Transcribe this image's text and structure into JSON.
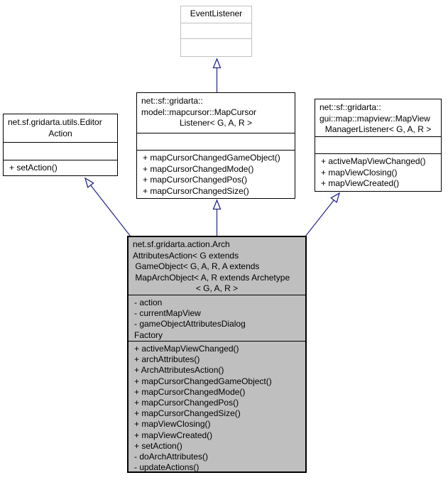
{
  "diagram": {
    "type": "uml-class-inheritance",
    "colors": {
      "arrow_color": "#26268c",
      "node_fill": "#bfbfbf",
      "external_border": "#c0c0c0",
      "node_border": "#000000",
      "background": "#ffffff",
      "text_color": "#000000"
    }
  },
  "classes": {
    "event_listener": {
      "title_lines": [
        "EventListener"
      ],
      "attributes": [],
      "methods": []
    },
    "map_cursor_listener": {
      "title_lines": [
        "net::sf::gridarta::",
        "model::mapcursor::MapCursor",
        "Listener< G, A, R >"
      ],
      "attributes": [],
      "methods": [
        "+ mapCursorChangedGameObject()",
        "+ mapCursorChangedMode()",
        "+ mapCursorChangedPos()",
        "+ mapCursorChangedSize()"
      ]
    },
    "map_view_manager_listener": {
      "title_lines": [
        "net::sf::gridarta::",
        "gui::map::mapview::MapView",
        "ManagerListener< G, A, R >"
      ],
      "attributes": [],
      "methods": [
        "+ activeMapViewChanged()",
        "+ mapViewClosing()",
        "+ mapViewCreated()"
      ]
    },
    "editor_action": {
      "title_lines": [
        "net.sf.gridarta.utils.Editor",
        "Action"
      ],
      "attributes": [],
      "methods": [
        "+ setAction()"
      ]
    },
    "arch_attributes_action": {
      "title_lines": [
        "net.sf.gridarta.action.Arch",
        "AttributesAction< G extends",
        " GameObject< G, A, R, A extends",
        " MapArchObject< A, R extends Archetype",
        "< G, A, R >"
      ],
      "attributes": [
        "- action",
        "- currentMapView",
        "- gameObjectAttributesDialog",
        "Factory"
      ],
      "methods": [
        "+ activeMapViewChanged()",
        "+ archAttributes()",
        "+ ArchAttributesAction()",
        "+ mapCursorChangedGameObject()",
        "+ mapCursorChangedMode()",
        "+ mapCursorChangedPos()",
        "+ mapCursorChangedSize()",
        "+ mapViewClosing()",
        "+ mapViewCreated()",
        "+ setAction()",
        "- doArchAttributes()",
        "- updateActions()"
      ]
    }
  }
}
